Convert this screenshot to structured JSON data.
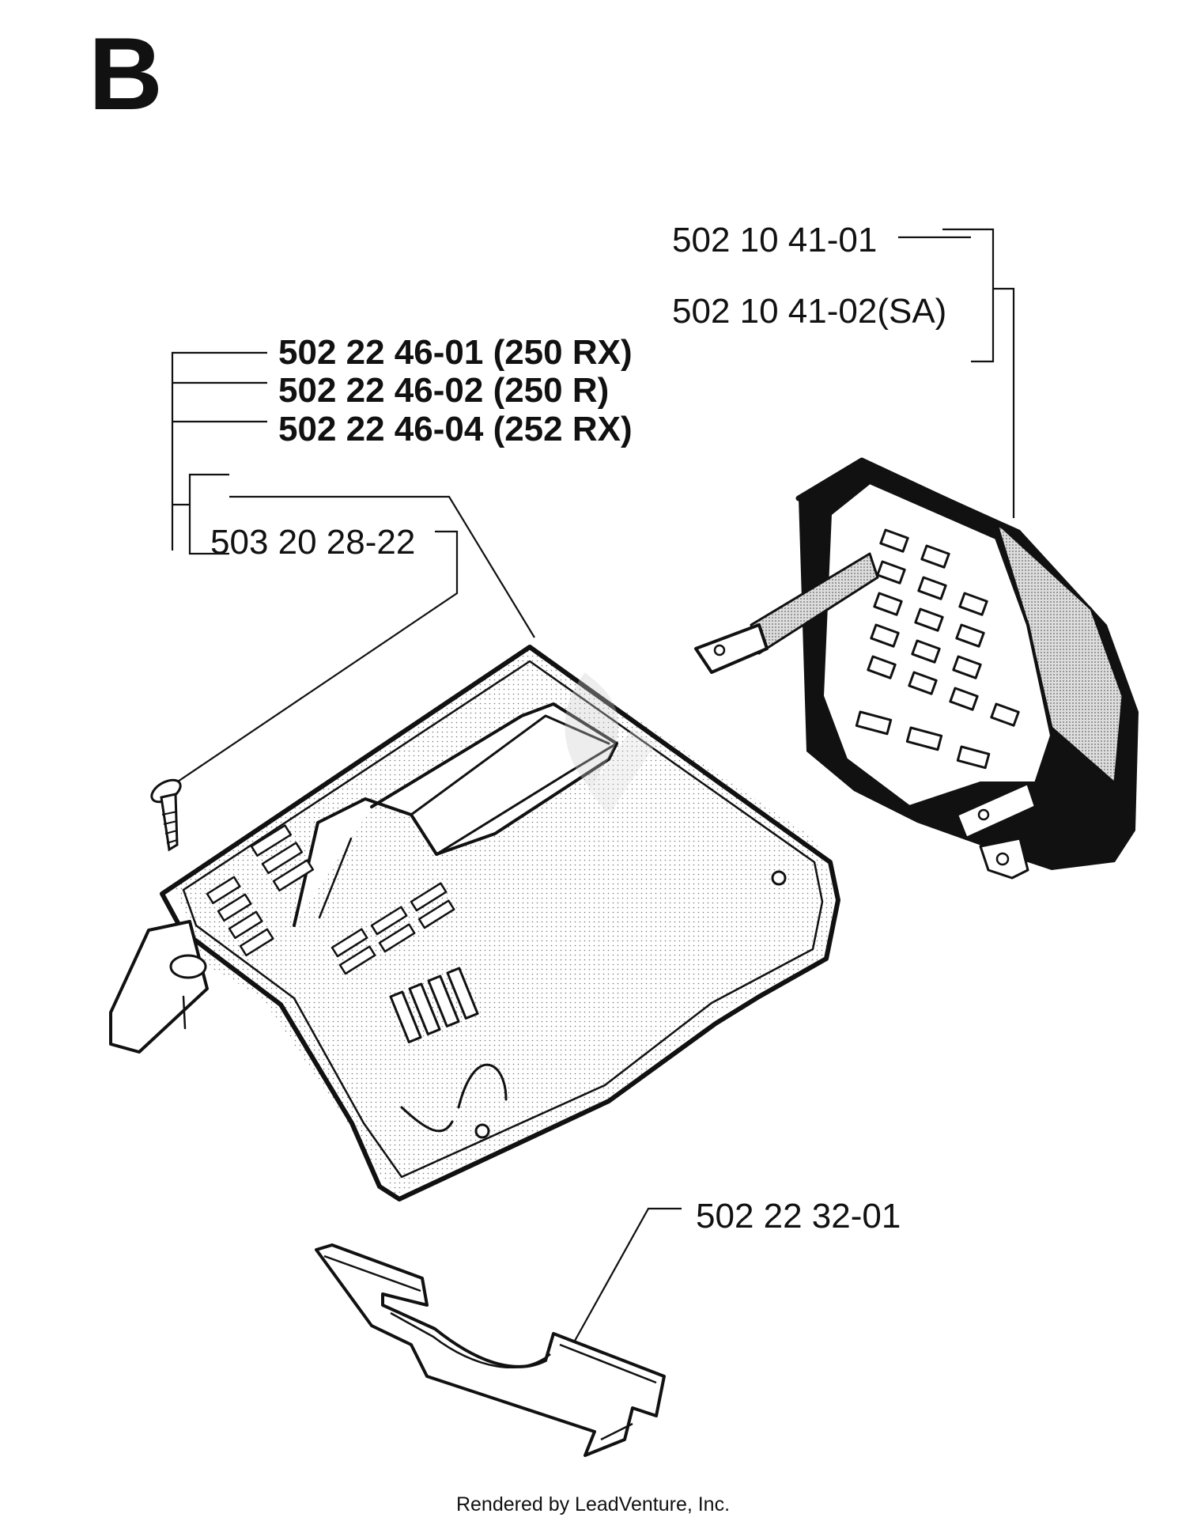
{
  "section": {
    "letter": "B"
  },
  "parts": {
    "air_filter_cover_a": "502 10 41-01",
    "air_filter_cover_b": "502 10 41-02(SA)",
    "cylinder_cover_1": "502 22 46-01 (250 RX)",
    "cylinder_cover_2": "502 22 46-02 (250 R)",
    "cylinder_cover_3": "502 22 46-04 (252 RX)",
    "screw": "503 20 28-22",
    "plate": "502 22 32-01"
  },
  "footer": {
    "text": "Rendered by LeadVenture, Inc."
  },
  "colors": {
    "ink": "#111111",
    "paper": "#ffffff",
    "shade": "#bdbdbd",
    "watermark": "#e6e6e6"
  }
}
